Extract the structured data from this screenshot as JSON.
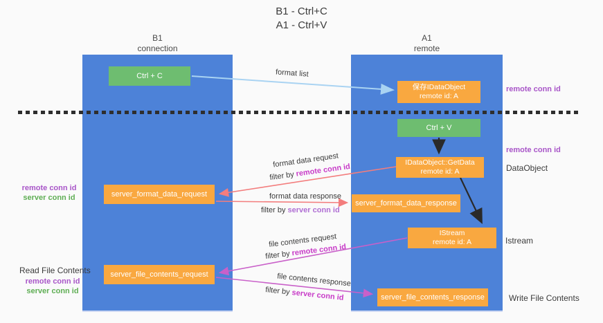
{
  "title": {
    "line1": "B1 - Ctrl+C",
    "line2": "A1 - Ctrl+V"
  },
  "columns": {
    "left": {
      "name": "B1",
      "subtitle": "connection"
    },
    "right": {
      "name": "A1",
      "subtitle": "remote"
    }
  },
  "nodes": {
    "ctrl_c": "Ctrl + C",
    "save_idataobject_line1": "保存IDataObject",
    "save_idataobject_line2": "remote id: A",
    "ctrl_v": "Ctrl + V",
    "getdata_line1": "IDataObject::GetData",
    "getdata_line2": "remote id: A",
    "format_request": "server_format_data_request",
    "format_response": "server_format_data_response",
    "istream_line1": "IStream",
    "istream_line2": "remote id: A",
    "file_request": "server_file_contents_request",
    "file_response": "server_file_contents_response"
  },
  "flow_labels": {
    "format_list": "format list",
    "format_data_request": "format data request",
    "format_data_response": "format data response",
    "file_contents_request": "file contents request",
    "file_contents_response": "file contents response",
    "filter_prefix": "filter by ",
    "remote_conn_id": "remote conn id",
    "server_conn_id": "server conn id"
  },
  "side_labels": {
    "left_remote_conn_id_1": "remote conn id",
    "left_server_conn_id_1": "server conn id",
    "read_file_contents": "Read File Contents",
    "left_remote_conn_id_2": "remote conn id",
    "left_server_conn_id_2": "server conn id",
    "right_remote_conn_id_1": "remote conn id",
    "right_remote_conn_id_2": "remote conn id",
    "dataobject": "DataObject",
    "istream": "Istream",
    "write_file_contents": "Write File Contents"
  },
  "colors": {
    "background": "#fafafa",
    "lifeline_blue": "#4d82d8",
    "node_green": "#6ebd70",
    "node_orange": "#f9a840",
    "conn_id_purple": "#a855c8",
    "conn_id_green": "#5fae54",
    "filter_magenta": "#c83cc8",
    "arrow_light_blue": "#a9d3f2",
    "arrow_salmon": "#f37d7d",
    "arrow_magenta": "#c960c9",
    "arrow_black": "#2a2a2a"
  }
}
